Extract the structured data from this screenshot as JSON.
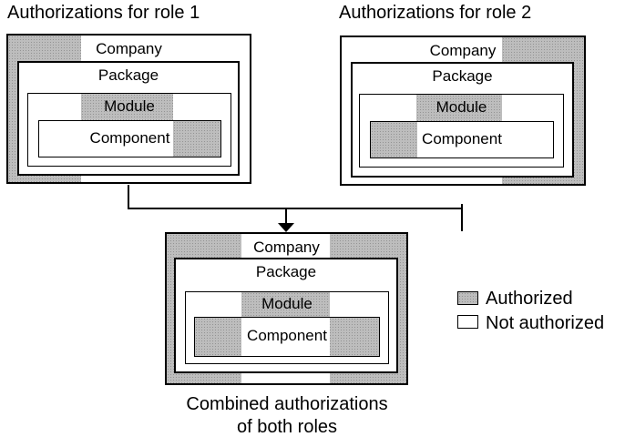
{
  "diagrams": {
    "role1": {
      "title": "Authorizations for role 1"
    },
    "role2": {
      "title": "Authorizations for role 2"
    },
    "combined": {
      "caption_line1": "Combined authorizations",
      "caption_line2": "of both roles"
    }
  },
  "labels": {
    "company": "Company",
    "package": "Package",
    "module": "Module",
    "component": "Component"
  },
  "legend": {
    "authorized": "Authorized",
    "not_authorized": "Not authorized"
  },
  "colors": {
    "authorized_fill": "#bdbdbd",
    "not_authorized_fill": "#ffffff",
    "line_color": "#000000"
  }
}
